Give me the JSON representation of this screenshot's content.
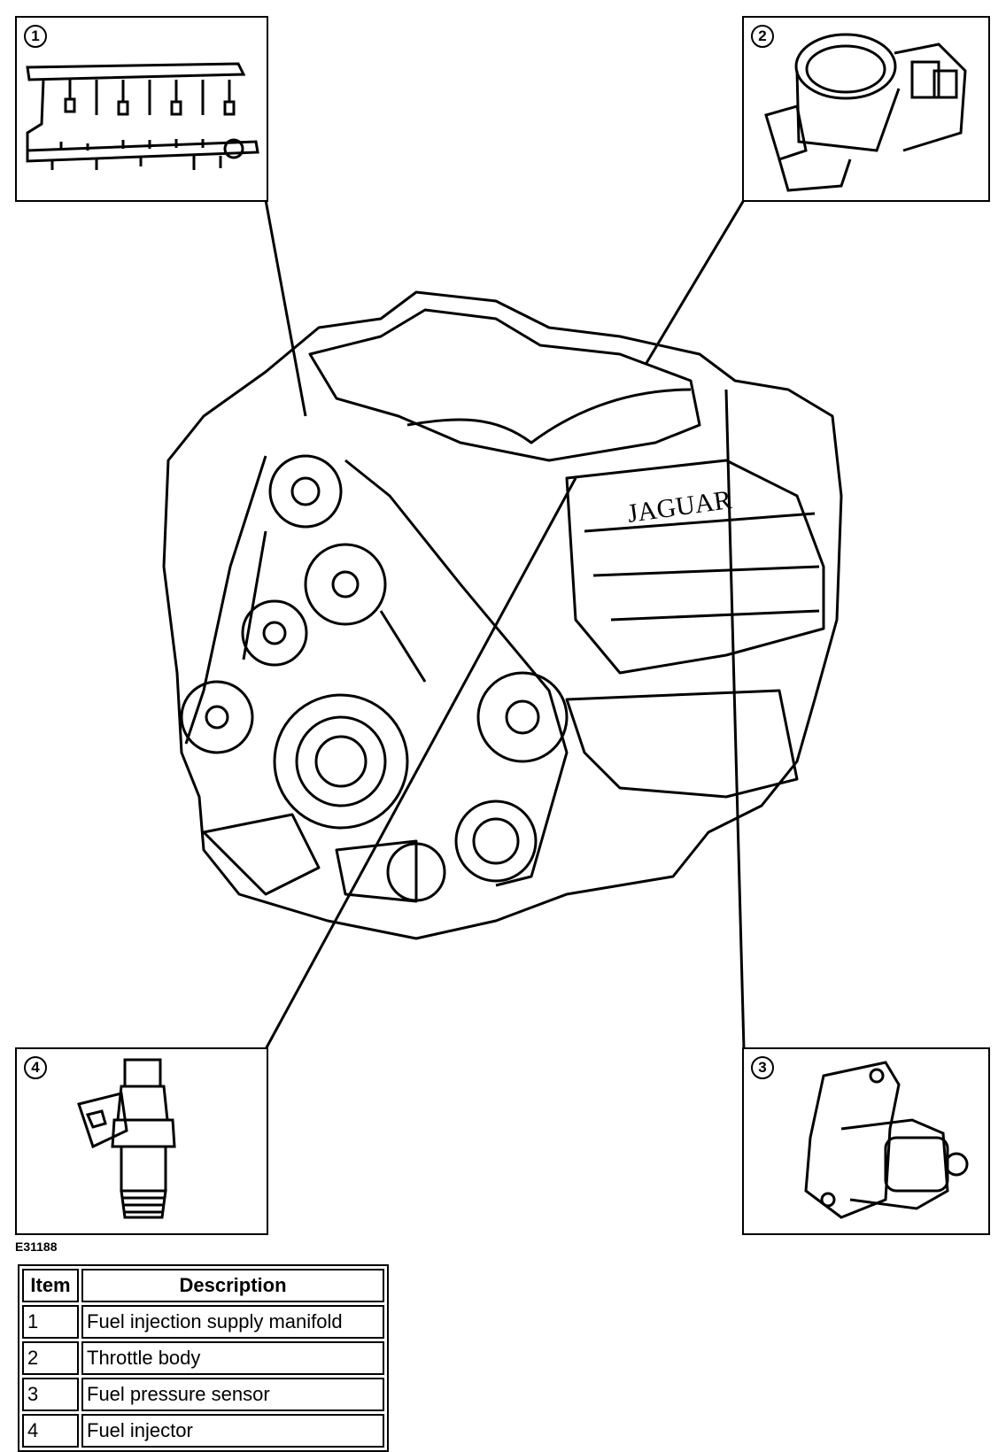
{
  "figure_ref": "E31188",
  "callouts": [
    {
      "number": "1"
    },
    {
      "number": "2"
    },
    {
      "number": "3"
    },
    {
      "number": "4"
    }
  ],
  "engine": {
    "cover_logo": "JAGUAR"
  },
  "legend": {
    "headers": {
      "item": "Item",
      "description": "Description"
    },
    "rows": [
      {
        "item": "1",
        "description": "Fuel injection supply manifold"
      },
      {
        "item": "2",
        "description": "Throttle body"
      },
      {
        "item": "3",
        "description": "Fuel pressure sensor"
      },
      {
        "item": "4",
        "description": "Fuel injector"
      }
    ]
  }
}
